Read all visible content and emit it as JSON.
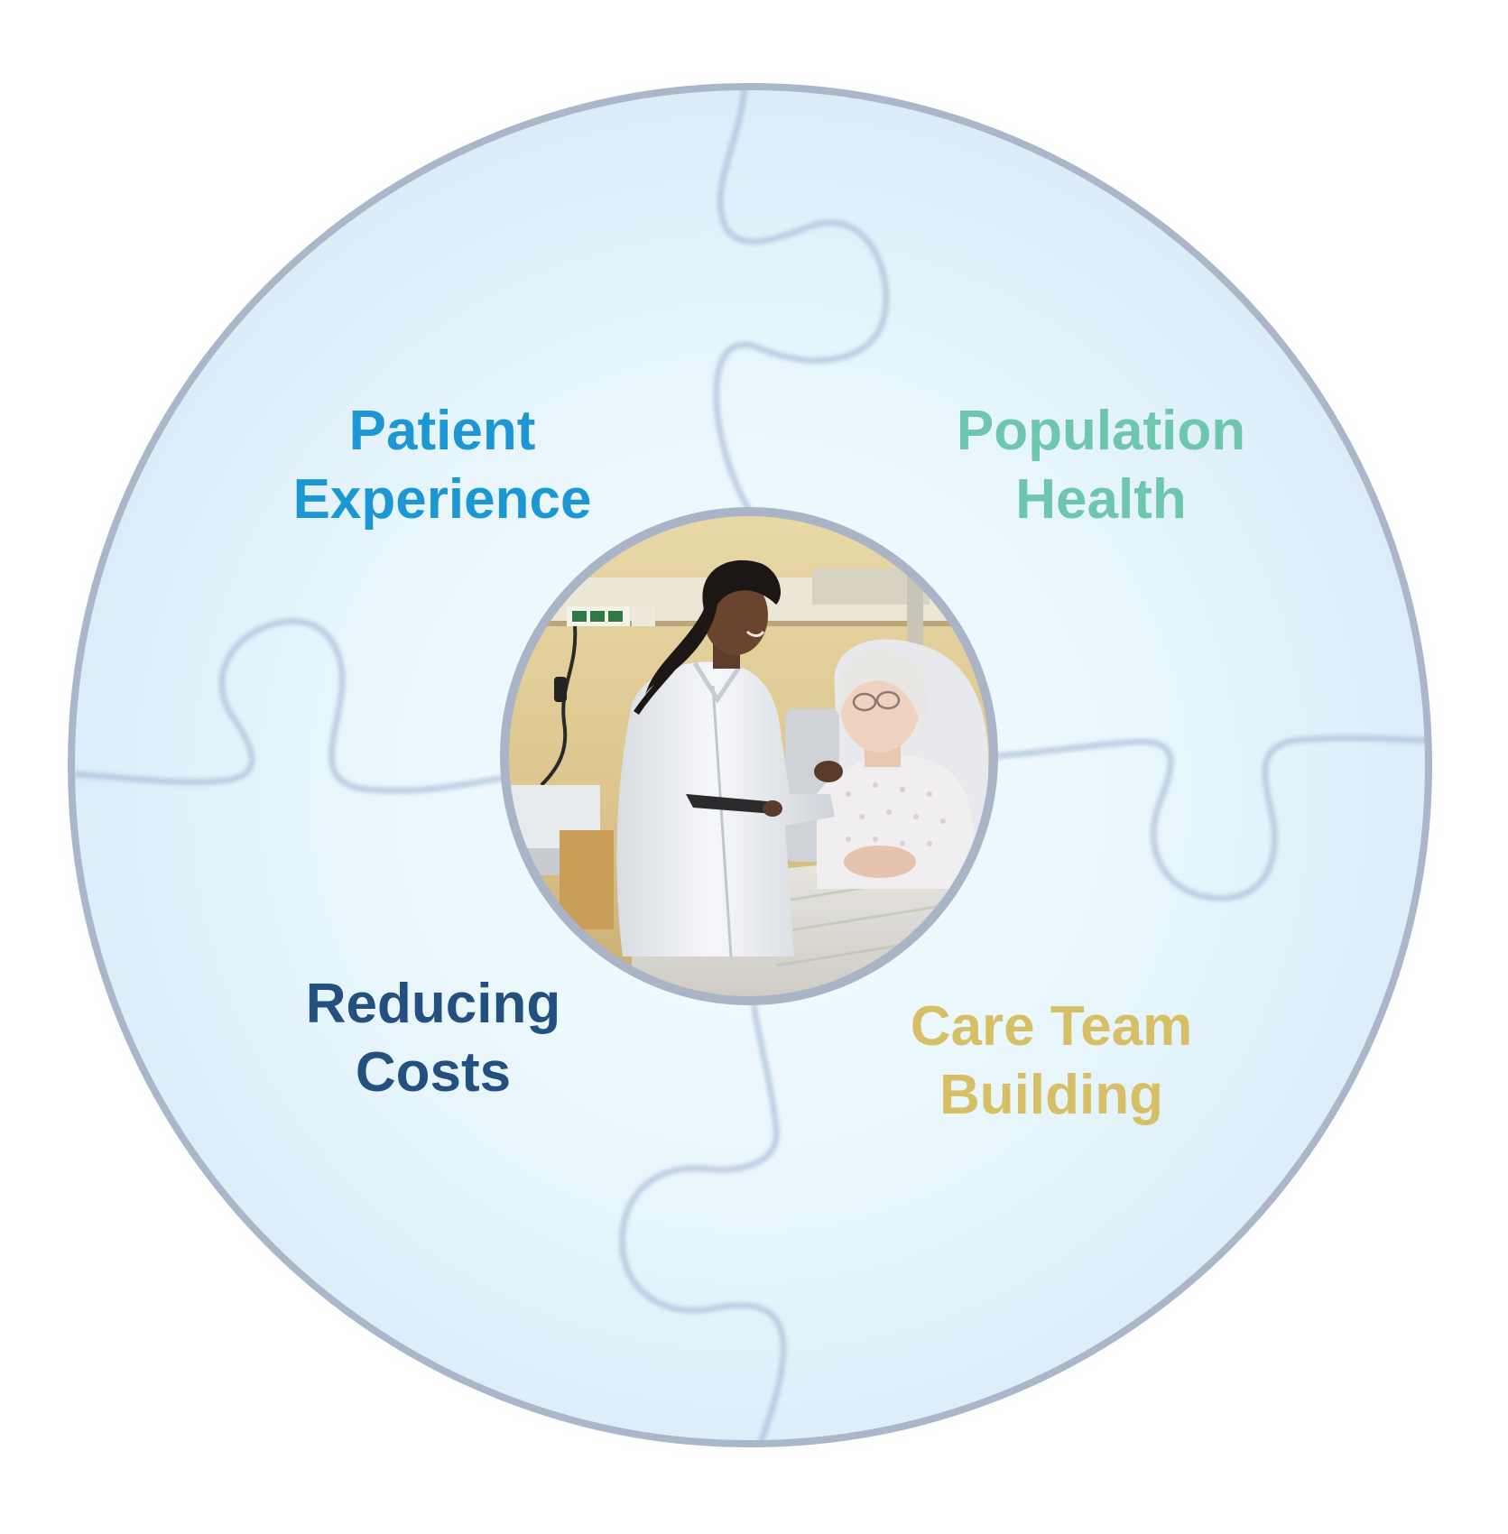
{
  "quadrants": {
    "patient_experience": {
      "line1": "Patient",
      "line2": "Experience",
      "color": "#1d97d3"
    },
    "population_health": {
      "line1": "Population",
      "line2": "Health",
      "color": "#6ec6ae"
    },
    "reducing_costs": {
      "line1": "Reducing",
      "line2": "Costs",
      "color": "#23507f"
    },
    "care_team_building": {
      "line1": "Care Team",
      "line2": "Building",
      "color": "#d6bf64"
    }
  },
  "center_photo": {
    "subject": "doctor-with-patient-in-hospital-bed"
  },
  "colors": {
    "ring": "#aab6c9",
    "disc_inner": "#eef9fd",
    "disc_outer": "#dcedf8",
    "puzzle_seam": "#9ab1cf"
  }
}
